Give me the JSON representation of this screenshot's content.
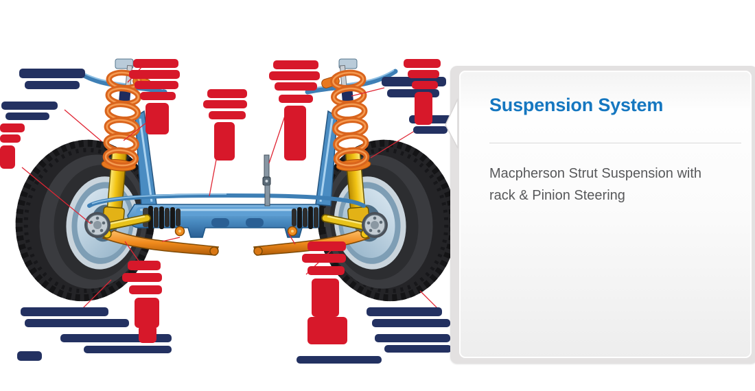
{
  "card": {
    "title": "Suspension System",
    "description": "Macpherson Strut Suspension with rack & Pinion Steering",
    "colors": {
      "title_blue": "#1577c0",
      "body_gray": "#57585a",
      "divider": "#d9d9d9",
      "card_border": "#e3e1e1",
      "card_face_top": "#f3f3f3",
      "card_face_bottom": "#ededed"
    }
  },
  "illustration": {
    "alt": "Cutaway illustration of a front Macpherson strut suspension: two tilted wheels, yellow shock absorber struts with orange coil springs, blue subframe with stabilizer bar and rack and pinion steering with black bellows, orange lower control arms, annotated with navy and red part labels joined by thin red leader lines",
    "colors": {
      "spring_orange": "#d9641c",
      "strut_yellow": "#f2c414",
      "frame_blue": "#4a8cc2",
      "arm_orange": "#f08a1d",
      "tire_black": "#242427",
      "rim_steel": "#7e9eb5",
      "label_navy": "#233161",
      "label_red": "#d7182a",
      "leader_red": "#e02634"
    }
  }
}
